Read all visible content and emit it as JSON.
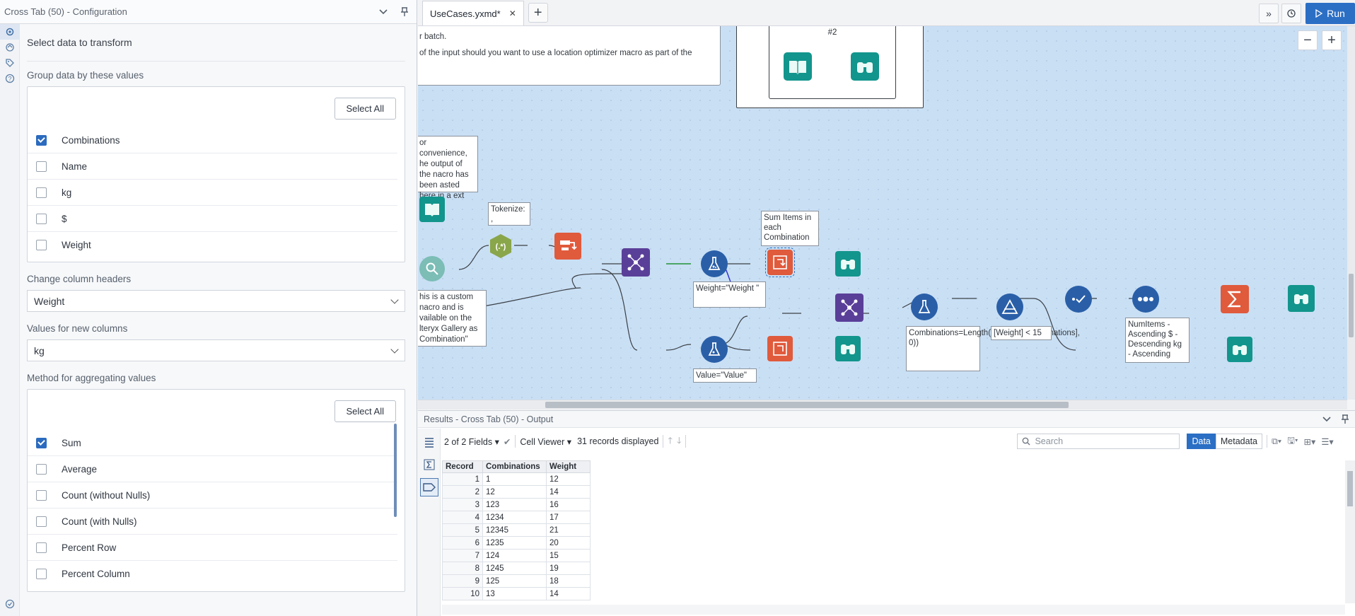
{
  "config": {
    "title": "Cross Tab (50) - Configuration",
    "select_data_label": "Select data to transform",
    "group_title": "Group data by these values",
    "select_all": "Select All",
    "group_fields": [
      {
        "label": "Combinations",
        "checked": true
      },
      {
        "label": "Name",
        "checked": false
      },
      {
        "label": "kg",
        "checked": false
      },
      {
        "label": "$",
        "checked": false
      },
      {
        "label": "Weight",
        "checked": false
      }
    ],
    "headers_title": "Change column headers",
    "headers_value": "Weight",
    "values_title": "Values for new columns",
    "values_value": "kg",
    "method_title": "Method for aggregating values",
    "methods": [
      {
        "label": "Sum",
        "checked": true
      },
      {
        "label": "Average",
        "checked": false
      },
      {
        "label": "Count (without Nulls)",
        "checked": false
      },
      {
        "label": "Count (with Nulls)",
        "checked": false
      },
      {
        "label": "Percent Row",
        "checked": false
      },
      {
        "label": "Percent Column",
        "checked": false
      }
    ]
  },
  "tabbar": {
    "doc_tab": "UseCases.yxmd*",
    "close": "✕",
    "add": "+",
    "run_label": "Run"
  },
  "canvas": {
    "comment_top_line1": "r batch.",
    "comment_top_line2": "of the input should you want to use a location optimizer macro as part of the",
    "container_label": "#2",
    "comment_conv": "or convenience, he output of the nacro has been asted here in a ext Input",
    "comment_custom": "his is a custom nacro and is vailable on the lteryx Gallery as Combination\"",
    "lbl_tokenize": "Tokenize: ,",
    "lbl_sum_items": "Sum Items in each Combination",
    "lbl_weight": "Weight=\"Weight \"",
    "lbl_value": "Value=\"Value\"",
    "lbl_combos": "Combinations=Length(ToString([Combinations], 0))",
    "lbl_filter": "[Weight] < 15",
    "lbl_sort": "NumItems - Ascending $ - Descending kg - Ascending",
    "zoom_out": "−",
    "zoom_in": "+"
  },
  "results": {
    "title": "Results - Cross Tab (50) - Output",
    "fields": "2 of 2 Fields",
    "viewer": "Cell Viewer",
    "records": "31 records displayed",
    "search_placeholder": "Search",
    "data_tab": "Data",
    "metadata_tab": "Metadata",
    "columns": [
      "Record",
      "Combinations",
      "Weight"
    ],
    "rows": [
      [
        "1",
        "1",
        "12"
      ],
      [
        "2",
        "12",
        "14"
      ],
      [
        "3",
        "123",
        "16"
      ],
      [
        "4",
        "1234",
        "17"
      ],
      [
        "5",
        "12345",
        "21"
      ],
      [
        "6",
        "1235",
        "20"
      ],
      [
        "7",
        "124",
        "15"
      ],
      [
        "8",
        "1245",
        "19"
      ],
      [
        "9",
        "125",
        "18"
      ],
      [
        "10",
        "13",
        "14"
      ]
    ]
  },
  "colors": {
    "accent": "#2b6fc5",
    "canvas_bg": "#c9dff4",
    "input_teal": "#12958c",
    "parse_olive": "#8aa64a",
    "transform_orange": "#e05a3c",
    "join_purple": "#5a3f99",
    "prep_blue": "#2a5fa8"
  }
}
